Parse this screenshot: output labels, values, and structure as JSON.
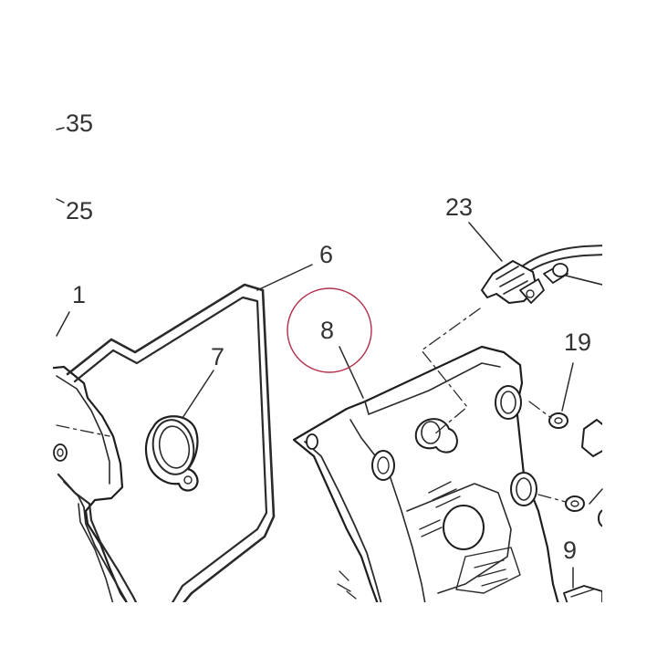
{
  "callouts": [
    {
      "id": "35",
      "text": "35"
    },
    {
      "id": "25",
      "text": "25"
    },
    {
      "id": "23",
      "text": "23"
    },
    {
      "id": "6",
      "text": "6"
    },
    {
      "id": "1",
      "text": "1"
    },
    {
      "id": "7",
      "text": "7"
    },
    {
      "id": "8",
      "text": "8"
    },
    {
      "id": "19",
      "text": "19"
    },
    {
      "id": "9",
      "text": "9"
    }
  ],
  "highlight": {
    "callout": "8",
    "color": "#b0304a"
  }
}
